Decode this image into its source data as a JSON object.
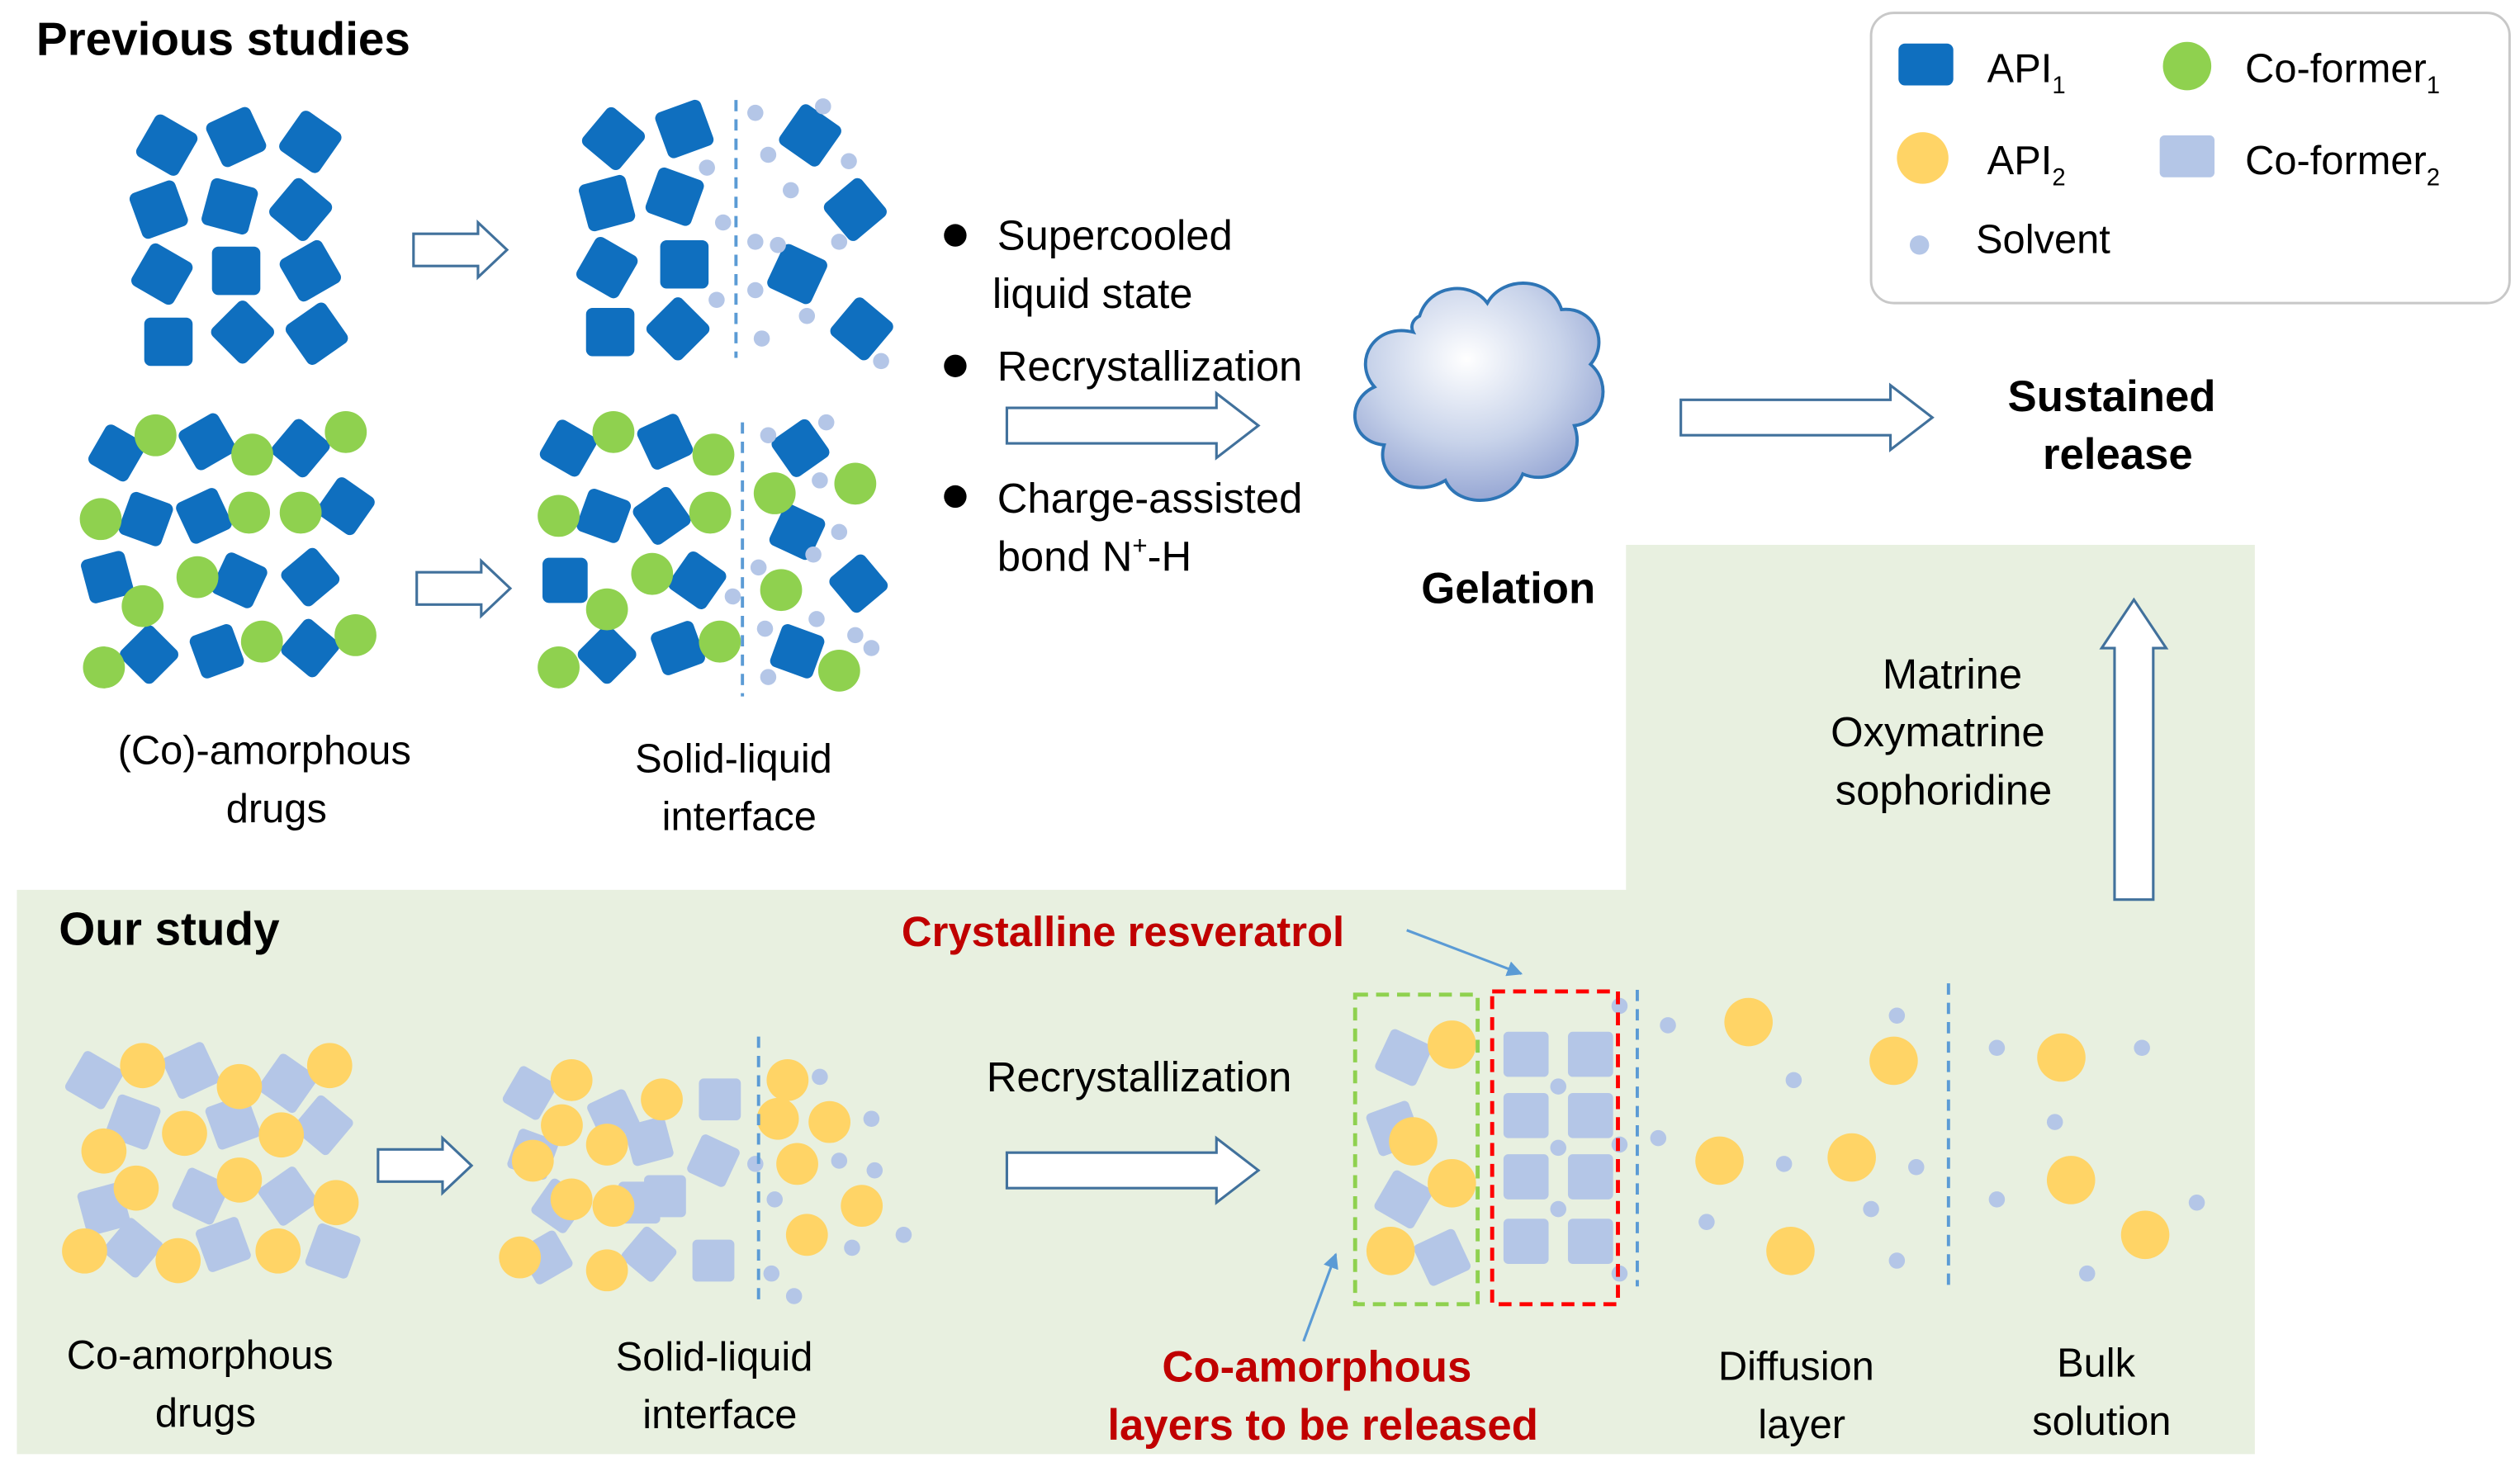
{
  "titles": {
    "previous": "Previous studies",
    "ours": "Our study"
  },
  "legend": {
    "api1": {
      "base": "API",
      "sub": "1"
    },
    "coformer1": {
      "base": "Co-former",
      "sub": "1"
    },
    "api2": {
      "base": "API",
      "sub": "2"
    },
    "coformer2": {
      "base": "Co-former",
      "sub": "2"
    },
    "solvent": "Solvent"
  },
  "previous": {
    "amorphous_caption": [
      "(Co)-amorphous",
      "drugs"
    ],
    "interface_caption": [
      "Solid-liquid",
      "interface"
    ],
    "mechanisms": [
      [
        "Supercooled",
        "liquid state"
      ],
      [
        "Recrystallization"
      ],
      [
        "Charge-assisted"
      ]
    ],
    "bond": {
      "pre": "bond N",
      "sup": "+",
      "post": "-H"
    },
    "gelation": "Gelation",
    "sustained": [
      "Sustained",
      "release"
    ]
  },
  "ours": {
    "amorphous_caption": [
      "Co-amorphous",
      "drugs"
    ],
    "interface_caption": [
      "Solid-liquid",
      "interface"
    ],
    "recrystallization": "Recrystallization",
    "crystalline_label": "Crystalline resveratrol",
    "coamorphous_label": [
      "Co-amorphous",
      "layers to be released"
    ],
    "diffusion": [
      "Diffusion",
      "layer"
    ],
    "bulk": [
      "Bulk",
      "solution"
    ],
    "compounds": [
      "Matrine",
      "Oxymatrine",
      "sophoridine"
    ]
  },
  "colors": {
    "api1": "#0f6fbf",
    "coformer1": "#8fd14f",
    "api2": "#ffd466",
    "coformer2": "#b4c6e7",
    "solvent": "#b4c6e7",
    "green_panel": "#e8f0e0",
    "red_text": "#c00000",
    "arrow_stroke": "#41719c",
    "dashed_blue": "#5b9bd5"
  }
}
